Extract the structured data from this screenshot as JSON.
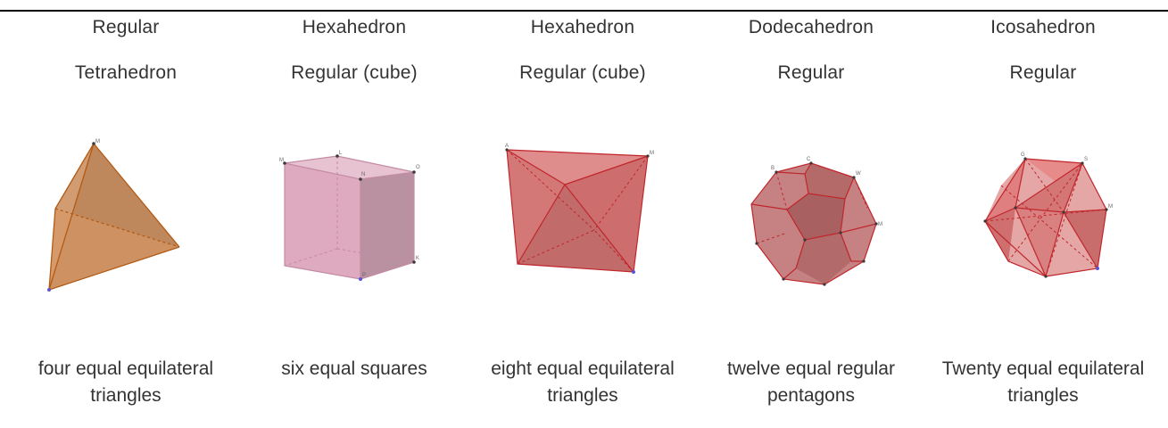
{
  "columns": [
    {
      "title1": "Regular",
      "title2": "Tetrahedron",
      "description": "four equal equilateral triangles",
      "vertex_labels": [
        "M"
      ]
    },
    {
      "title1": "Hexahedron",
      "title2": "Regular (cube)",
      "description": "six equal squares",
      "vertex_labels": [
        "L",
        "M",
        "N",
        "O",
        "P",
        "K"
      ]
    },
    {
      "title1": "Hexahedron",
      "title2": "Regular (cube)",
      "description": "eight equal equilateral triangles",
      "vertex_labels": [
        "A",
        "M"
      ]
    },
    {
      "title1": "Dodecahedron",
      "title2": "Regular",
      "description": "twelve equal regular pentagons",
      "vertex_labels": [
        "C",
        "W",
        "B",
        "M"
      ]
    },
    {
      "title1": "Icosahedron",
      "title2": "Regular",
      "description": "Twenty equal equilateral triangles",
      "vertex_labels": [
        "G",
        "S",
        "M"
      ]
    }
  ],
  "colors": {
    "tetra_fill": "#c98b58",
    "tetra_edge": "#b35a14",
    "cube_fill": "#d9a1b8",
    "cube_edge": "#c48ba3",
    "red_fill": "#d46a6a",
    "red_edge": "#c0262b",
    "vertex_dot": "#3a3a3a",
    "point_dot": "#5a55d6"
  },
  "icons": [
    "tetrahedron-figure",
    "cube-figure",
    "octahedron-figure",
    "dodecahedron-figure",
    "icosahedron-figure"
  ]
}
